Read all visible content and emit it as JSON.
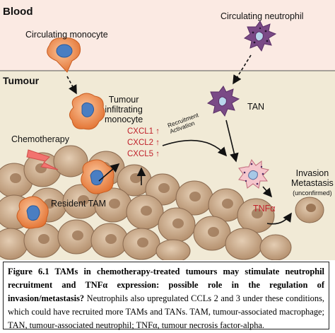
{
  "compartments": {
    "blood": "Blood",
    "tumour": "Tumour"
  },
  "cells": {
    "circulating_monocyte": "Circulating monocyte",
    "circulating_neutrophil": "Circulating neutrophil",
    "tumour_infiltrating_monocyte": [
      "Tumour",
      "infiltrating",
      "monocyte"
    ],
    "tan": "TAN",
    "resident_tam": "Resident TAM"
  },
  "stimuli": {
    "chemotherapy": "Chemotherapy"
  },
  "chemokines": [
    "CXCL1 ↑",
    "CXCL2 ↑",
    "CXCL5 ↑"
  ],
  "arrow_labels": {
    "recruitment": "Recruitment",
    "activation": "Activation"
  },
  "outcomes": {
    "tnf": "TNFα",
    "invasion": "Invasion",
    "metastasis": "Metastasis",
    "note": "(unconfirmed)"
  },
  "caption": {
    "bold": "Figure 6.1 TAMs in chemotherapy-treated tumours may stimulate neutrophil recruitment and TNFα expression: possible role in the regulation of invasion/metastasis?",
    "text": " Neutrophils also upregulated CCLs 2 and 3 under these conditions, which could have recruited more TAMs and TANs. TAM, tumour-associated macrophage; TAN, tumour-associated neutrophil; TNFα, tumour necrosis factor-alpha."
  },
  "colors": {
    "blood_bg": "#fbeae3",
    "tumour_bg": "#f1ead6",
    "macrophage": "#f08a4b",
    "neutrophil": "#7a4a86",
    "tumour_cell": "#c9a98a",
    "chemokine": "#c0202a"
  }
}
